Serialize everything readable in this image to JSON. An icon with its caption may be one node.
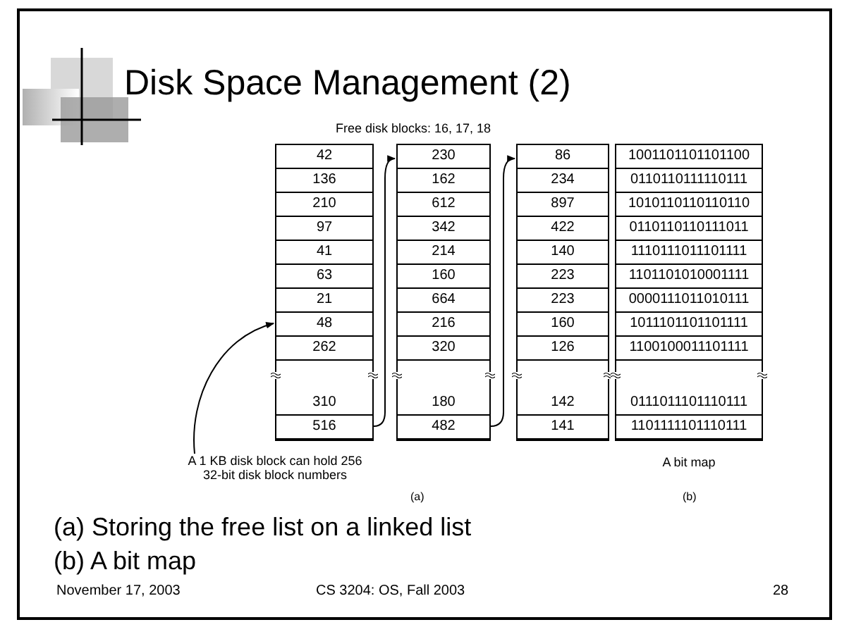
{
  "diagram": {
    "title": "Disk Space Management (2)",
    "nodes": [
      {
        "text": [
          "42",
          "136",
          "210",
          "97",
          "41",
          "63",
          "21",
          "48",
          "262",
          "310",
          "516"
        ]
      },
      {
        "text": [
          "230",
          "162",
          "612",
          "342",
          "214",
          "160",
          "664",
          "216",
          "320",
          "180",
          "482"
        ]
      },
      {
        "text": [
          "86",
          "234",
          "897",
          "422",
          "140",
          "223",
          "223",
          "160",
          "126",
          "142",
          "141"
        ]
      },
      {
        "text": [
          "1001101101101100",
          "0110110111110111",
          "1010110110110110",
          "0110110110111011",
          "1110111011101111",
          "1101101010001111",
          "0000111011010111",
          "1011101101101111",
          "1100100011101111",
          "0111011101110111",
          "1101111101110111"
        ],
        "beside": [
          "A bit map"
        ]
      },
      {
        "text": [
          "A 1 KB disk block can hold 256 32-bit disk block numbers"
        ]
      }
    ],
    "edges": [
      {
        "from": 0,
        "to": 1,
        "arrow": "to"
      },
      {
        "from": 1,
        "to": 2,
        "arrow": "to"
      },
      {
        "from": 4,
        "to": 0,
        "arrow": "to"
      }
    ],
    "labels": [
      "Free disk blocks: 16, 17, 18",
      "(a)",
      "(b)",
      "(a) Storing the free list on a linked list",
      "(b) A bit map",
      "November 17, 2003",
      "CS 3204: OS, Fall 2003",
      "28"
    ]
  }
}
